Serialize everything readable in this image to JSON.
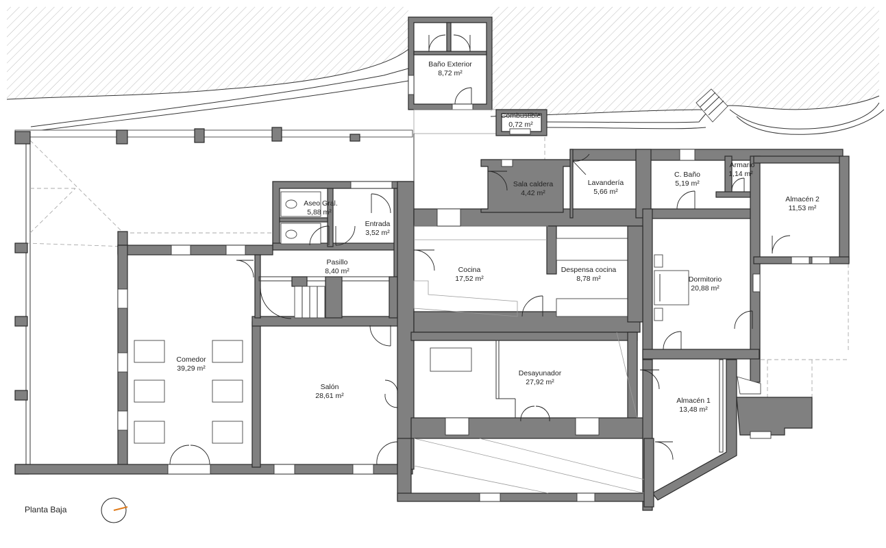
{
  "plan_title": "Planta Baja",
  "rooms": [
    {
      "id": "bano-exterior",
      "name": "Baño Exterior",
      "area": "8,72 m²"
    },
    {
      "id": "combustible",
      "name": "Combustible",
      "area": "0,72 m²"
    },
    {
      "id": "sala-caldera",
      "name": "Sala caldera",
      "area": "4,42 m²"
    },
    {
      "id": "lavanderia",
      "name": "Lavandería",
      "area": "5,66 m²"
    },
    {
      "id": "c-bano",
      "name": "C. Baño",
      "area": "5,19 m²"
    },
    {
      "id": "armario",
      "name": "Armario",
      "area": "1,14 m²"
    },
    {
      "id": "almacen-2",
      "name": "Almacén 2",
      "area": "11,53 m²"
    },
    {
      "id": "aseo-gral",
      "name": "Aseo Gral.",
      "area": "5,88 m²"
    },
    {
      "id": "entrada",
      "name": "Entrada",
      "area": "3,52 m²"
    },
    {
      "id": "pasillo",
      "name": "Pasillo",
      "area": "8,40 m²"
    },
    {
      "id": "cocina",
      "name": "Cocina",
      "area": "17,52 m²"
    },
    {
      "id": "despensa-cocina",
      "name": "Despensa cocina",
      "area": "8,78 m²"
    },
    {
      "id": "dormitorio",
      "name": "Dormitorio",
      "area": "20,88 m²"
    },
    {
      "id": "comedor",
      "name": "Comedor",
      "area": "39,29 m²"
    },
    {
      "id": "salon",
      "name": "Salón",
      "area": "28,61 m²"
    },
    {
      "id": "desayunador",
      "name": "Desayunador",
      "area": "27,92 m²"
    },
    {
      "id": "almacen-1",
      "name": "Almacén 1",
      "area": "13,48 m²"
    }
  ],
  "icons": {
    "north_arrow": "north-arrow-icon"
  },
  "colors": {
    "wall": "#808080",
    "line": "#222222",
    "hatch": "#b5b5b5",
    "north_arrow_accent": "#e07b1a"
  }
}
